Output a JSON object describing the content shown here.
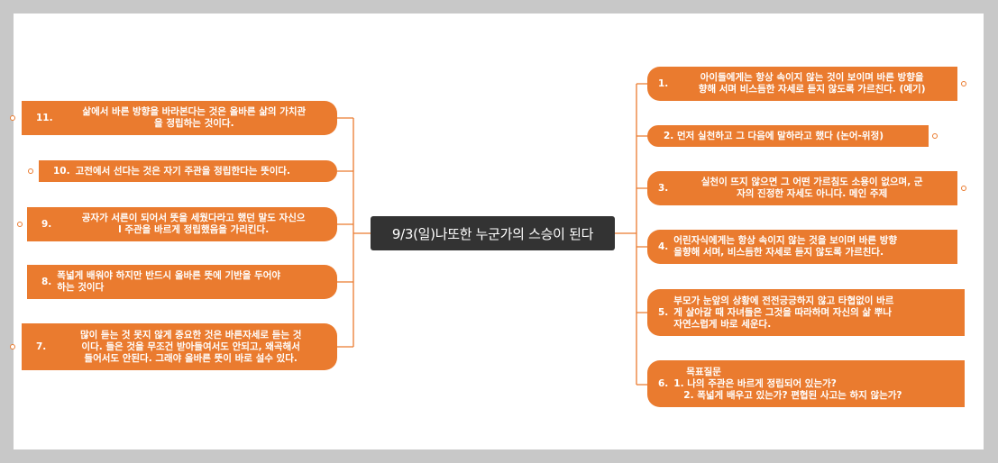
{
  "central_topic": "9/3(일)나또한 누군가의 스승이 된다",
  "left_branches": [
    {
      "num": "11.",
      "lines": [
        "삶에서 바른 방향을 바라본다는 것은 올바른 삶의 가치관",
        "을 정립하는 것이다."
      ]
    },
    {
      "num": "10.",
      "lines": [
        "고전에서 선다는 것은 자기 주관을 정립한다는 뜻이다."
      ]
    },
    {
      "num": "9.",
      "lines": [
        "공자가 서른이 되어서 뜻을 세웠다라고 했던 말도 자신으",
        "l 주관을 바르게 정립했음을 가리킨다."
      ]
    },
    {
      "num": "8.",
      "lines": [
        "폭넓게 배워야 하지만 반드시 올바른 뜻에 기반을 두어야",
        "하는 것이다"
      ]
    },
    {
      "num": "7.",
      "lines": [
        "많이 듣는 것 못지 않게 중요한 것은 바른자세로 듣는 것",
        "이다. 들은 것을 무조건 받아들여서도 안되고, 왜곡해서",
        "들어서도 안된다. 그래야 올바른 뜻이 바로 설수 있다."
      ]
    }
  ],
  "right_branches": [
    {
      "num": "1.",
      "lines": [
        "아이들에게는 항상 속이지 않는 것이 보이며 바른 방향을",
        "향해 서며 비스듬한 자세로 듣지 않도록 가르친다. (예기)"
      ]
    },
    {
      "num": "",
      "lines": [
        "2. 먼저 실천하고 그 다음에 말하라고 했다 (논어-위정)"
      ]
    },
    {
      "num": "3.",
      "lines": [
        "실천이 뜨지 않으면 그 어떤 가르침도 소용이 없으며, 군",
        "자의 진정한 자세도 아니다. 메인 주제"
      ]
    },
    {
      "num": "4.",
      "lines": [
        "어린자식에게는 항상 속이지 않는 것을 보이며 바른 방향",
        "을향해 서며, 비스듬한 자세로 듣지 않도록 가르친다."
      ]
    },
    {
      "num": "5.",
      "lines": [
        "부모가 눈앞의 상황에 전전긍긍하지 않고 타협없이 바르",
        "게 살아갈 때 자녀들은 그것을 따라하며 자신의 삶 뿌나",
        "자연스럽게 바로 세운다."
      ]
    },
    {
      "num": "6.",
      "lines": [
        "목표질문",
        "1. 나의 주관은 바르게 정립되어 있는가?",
        "   2. 폭넓게 배우고 있는가? 편협된 사고는 하지 않는가?"
      ]
    }
  ]
}
